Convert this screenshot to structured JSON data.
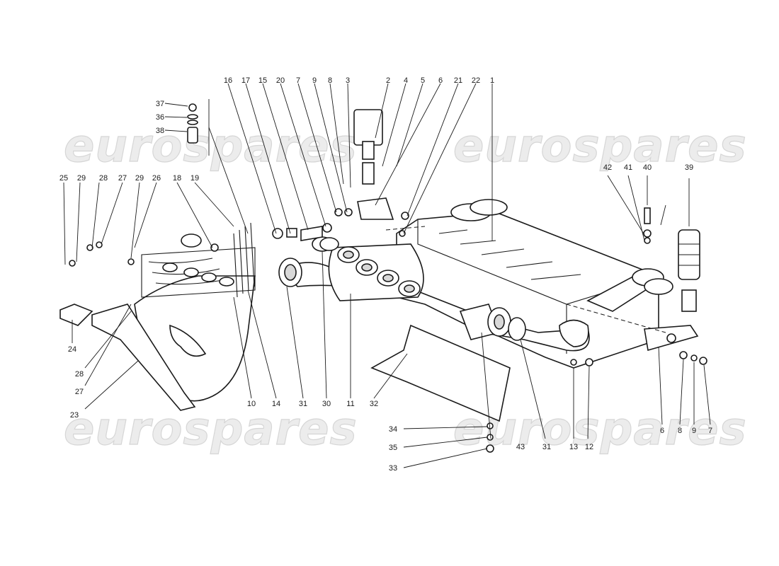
{
  "watermark": {
    "text": "eurospares"
  },
  "callouts": {
    "top_row": [
      "16",
      "17",
      "15",
      "20",
      "7",
      "9",
      "8",
      "3",
      "2",
      "4",
      "5",
      "6",
      "21",
      "22",
      "1"
    ],
    "left_row": [
      "25",
      "29",
      "28",
      "27",
      "29",
      "26",
      "18",
      "19"
    ],
    "right_top": [
      "42",
      "41",
      "40",
      "39"
    ],
    "stack_top": [
      "37",
      "36",
      "38"
    ],
    "bottom_row": [
      "10",
      "14",
      "31",
      "30",
      "11",
      "32",
      "43",
      "31",
      "13",
      "12"
    ],
    "bottom_right": [
      "6",
      "8",
      "9",
      "7"
    ],
    "bottom_left": [
      "24",
      "28",
      "27",
      "23"
    ],
    "washers": [
      "34",
      "35",
      "33"
    ]
  }
}
